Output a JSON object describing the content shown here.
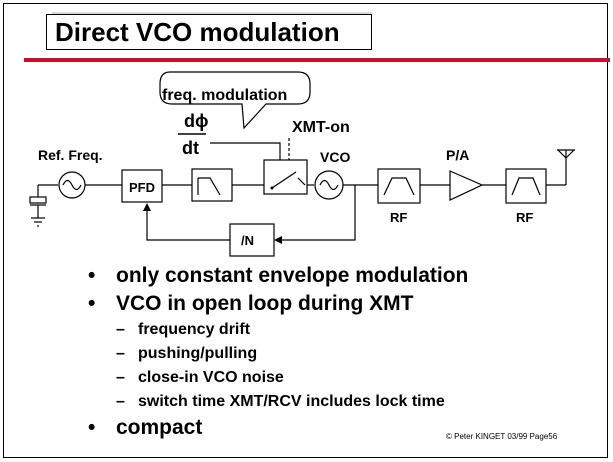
{
  "title": "Direct VCO modulation",
  "diagram": {
    "callout": "freq. modulation",
    "d_phi_num": "dϕ",
    "d_phi_den": "dt",
    "xmt_on": "XMT-on",
    "ref_freq": "Ref. Freq.",
    "pfd": "PFD",
    "vco": "VCO",
    "pa": "P/A",
    "rf1": "RF",
    "rf2": "RF",
    "divider": "/N"
  },
  "bullets": [
    {
      "text": "only constant envelope modulation"
    },
    {
      "text": "VCO in open loop during XMT",
      "sub": [
        "frequency drift",
        "pushing/pulling",
        "close-in VCO noise",
        "switch time XMT/RCV includes lock time"
      ]
    },
    {
      "text": "compact"
    }
  ],
  "bullet_symbol": "•",
  "dash_symbol": "–",
  "footer": {
    "copyright": "©",
    "text": "Peter KINGET  03/99 Page56"
  }
}
